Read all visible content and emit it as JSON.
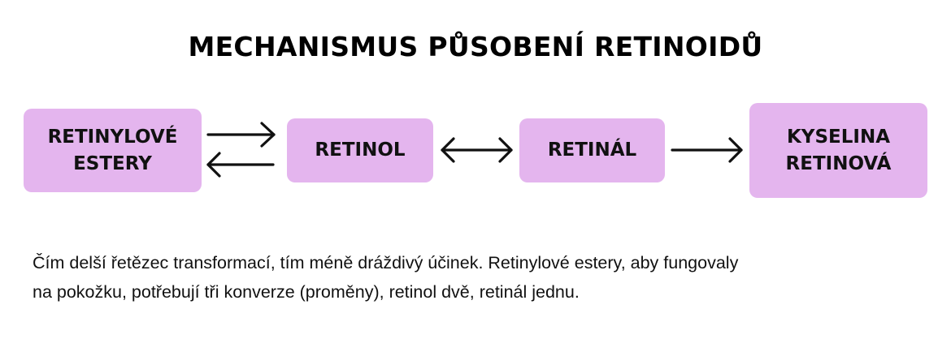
{
  "title": "MECHANISMUS PŮSOBENÍ RETINOIDŮ",
  "colors": {
    "box_fill": "#e4b5ee",
    "text": "#111111",
    "arrow": "#111111",
    "background": "#ffffff"
  },
  "nodes": [
    {
      "id": "retinyl-esters",
      "lines": [
        "RETINYLOVÉ",
        "ESTERY"
      ]
    },
    {
      "id": "retinol",
      "lines": [
        "RETINOL"
      ]
    },
    {
      "id": "retinal",
      "lines": [
        "RETINÁL"
      ]
    },
    {
      "id": "retinoic-acid",
      "lines": [
        "KYSELINA",
        "RETINOVÁ"
      ]
    }
  ],
  "edges": [
    {
      "from": "retinyl-esters",
      "to": "retinol",
      "type": "reversible-pair-arrows"
    },
    {
      "from": "retinol",
      "to": "retinal",
      "type": "double-headed-arrow"
    },
    {
      "from": "retinal",
      "to": "retinoic-acid",
      "type": "single-arrow"
    }
  ],
  "description": {
    "line1": "Čím delší řetězec transformací, tím méně dráždivý účinek. Retinylové estery, aby fungovaly",
    "line2": "na pokožku, potřebují tři konverze (proměny), retinol dvě, retinál jednu."
  }
}
